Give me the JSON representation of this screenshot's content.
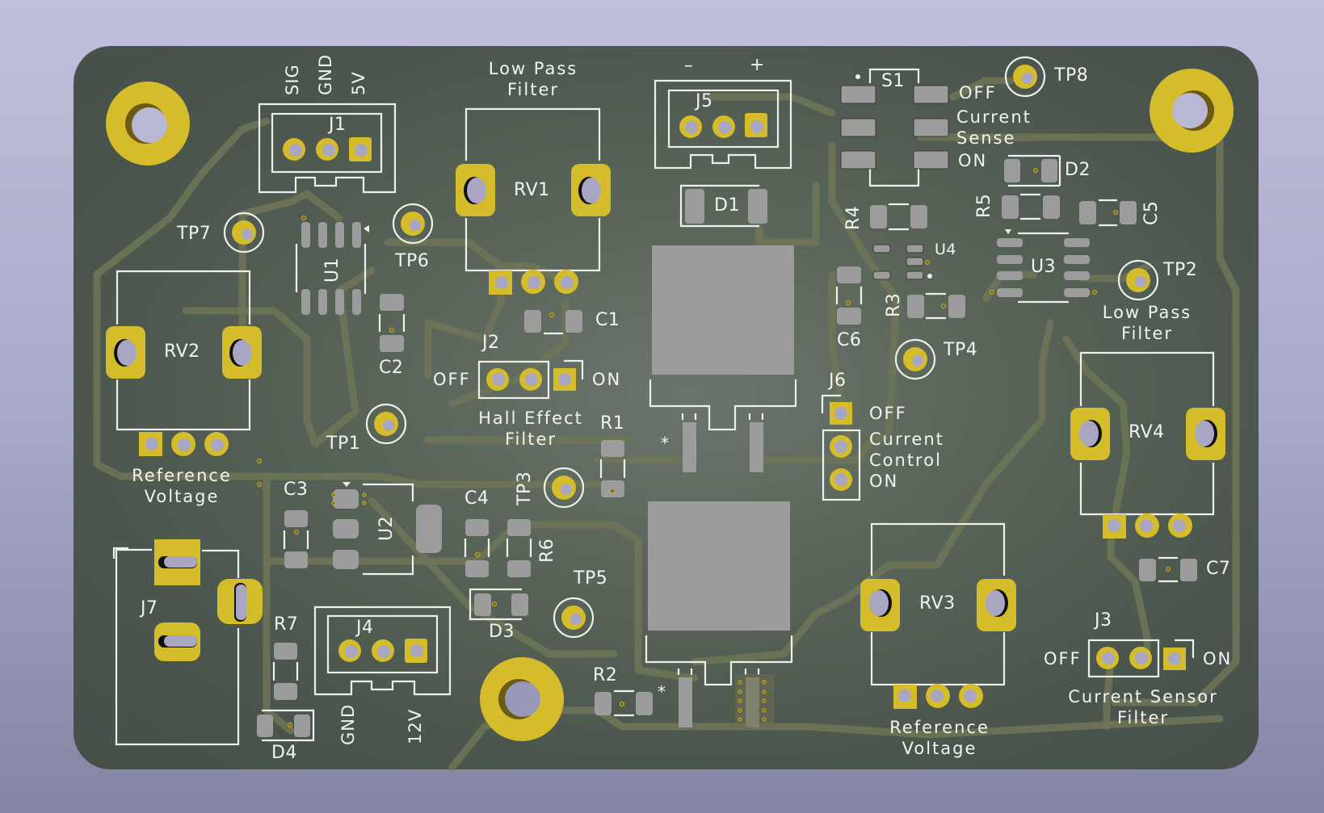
{
  "view": {
    "title": "PCB 3D view",
    "background_color": "#b3b3d0",
    "board_color": "#4f5a51",
    "copper_color": "#d4bc2a",
    "pad_color": "#9c9c9c",
    "silkscreen_color": "#eef0ee"
  },
  "components": {
    "J1": {
      "ref": "J1",
      "pins": [
        "SIG",
        "GND",
        "5V"
      ]
    },
    "J2": {
      "ref": "J2",
      "off": "OFF",
      "on": "ON",
      "label_line1": "Hall Effect",
      "label_line2": "Filter"
    },
    "J3": {
      "ref": "J3",
      "off": "OFF",
      "on": "ON",
      "label_line1": "Current Sensor",
      "label_line2": "Filter"
    },
    "J4": {
      "ref": "J4",
      "pins": [
        "GND",
        "12V"
      ]
    },
    "J5": {
      "ref": "J5",
      "minus": "–",
      "plus": "+"
    },
    "J6": {
      "ref": "J6",
      "off": "OFF",
      "label_line1": "Current",
      "label_line2": "Control",
      "on": "ON"
    },
    "J7": {
      "ref": "J7"
    },
    "S1": {
      "ref": "S1",
      "off": "OFF",
      "label_line1": "Current",
      "label_line2": "Sense",
      "on": "ON"
    },
    "RV1": {
      "ref": "RV1",
      "label_line1": "Low Pass",
      "label_line2": "Filter"
    },
    "RV2": {
      "ref": "RV2",
      "label_line1": "Reference",
      "label_line2": "Voltage"
    },
    "RV3": {
      "ref": "RV3",
      "label_line1": "Reference",
      "label_line2": "Voltage"
    },
    "RV4": {
      "ref": "RV4"
    },
    "TP1": "TP1",
    "TP2": "TP2",
    "TP3": "TP3",
    "TP4": "TP4",
    "TP5": "TP5",
    "TP6": "TP6",
    "TP7": "TP7",
    "TP8": "TP8",
    "TP2_label_line1": "Low Pass",
    "TP2_label_line2": "Filter",
    "U1": "U1",
    "U2": "U2",
    "U3": "U3",
    "U4": "U4",
    "C1": "C1",
    "C2": "C2",
    "C3": "C3",
    "C4": "C4",
    "C5": "C5",
    "C6": "C6",
    "C7": "C7",
    "R1": "R1",
    "R2": "R2",
    "R3": "R3",
    "R4": "R4",
    "R5": "R5",
    "R6": "R6",
    "R7": "R7",
    "D1": "D1",
    "D2": "D2",
    "D3": "D3",
    "D4": "D4",
    "Q_marker": "*"
  }
}
